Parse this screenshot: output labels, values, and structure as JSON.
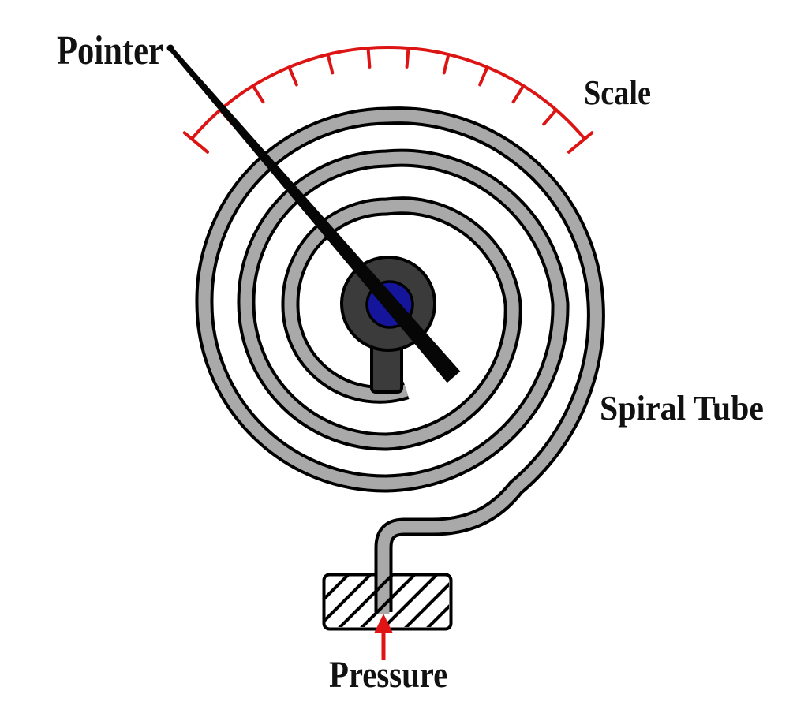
{
  "diagram": {
    "type_hint": "spiral-tube pressure gauge schematic",
    "labels": {
      "pointer": "Pointer",
      "scale": "Scale",
      "spiral_tube": "Spiral Tube",
      "pressure": "Pressure"
    },
    "scale": {
      "interior_tick_count": 10,
      "end_bar_count": 2,
      "arc_span_degrees": 100
    },
    "spiral": {
      "turns": 3
    },
    "colors": {
      "scale_red": "#dd1414",
      "arrow_red": "#e01414",
      "tube_gray": "#a9a9a9",
      "hub_dark_gray": "#3b3b3b",
      "pivot_blue": "#15159b",
      "pointer_black": "#060606",
      "line_black": "#000000",
      "background": "#ffffff"
    }
  }
}
